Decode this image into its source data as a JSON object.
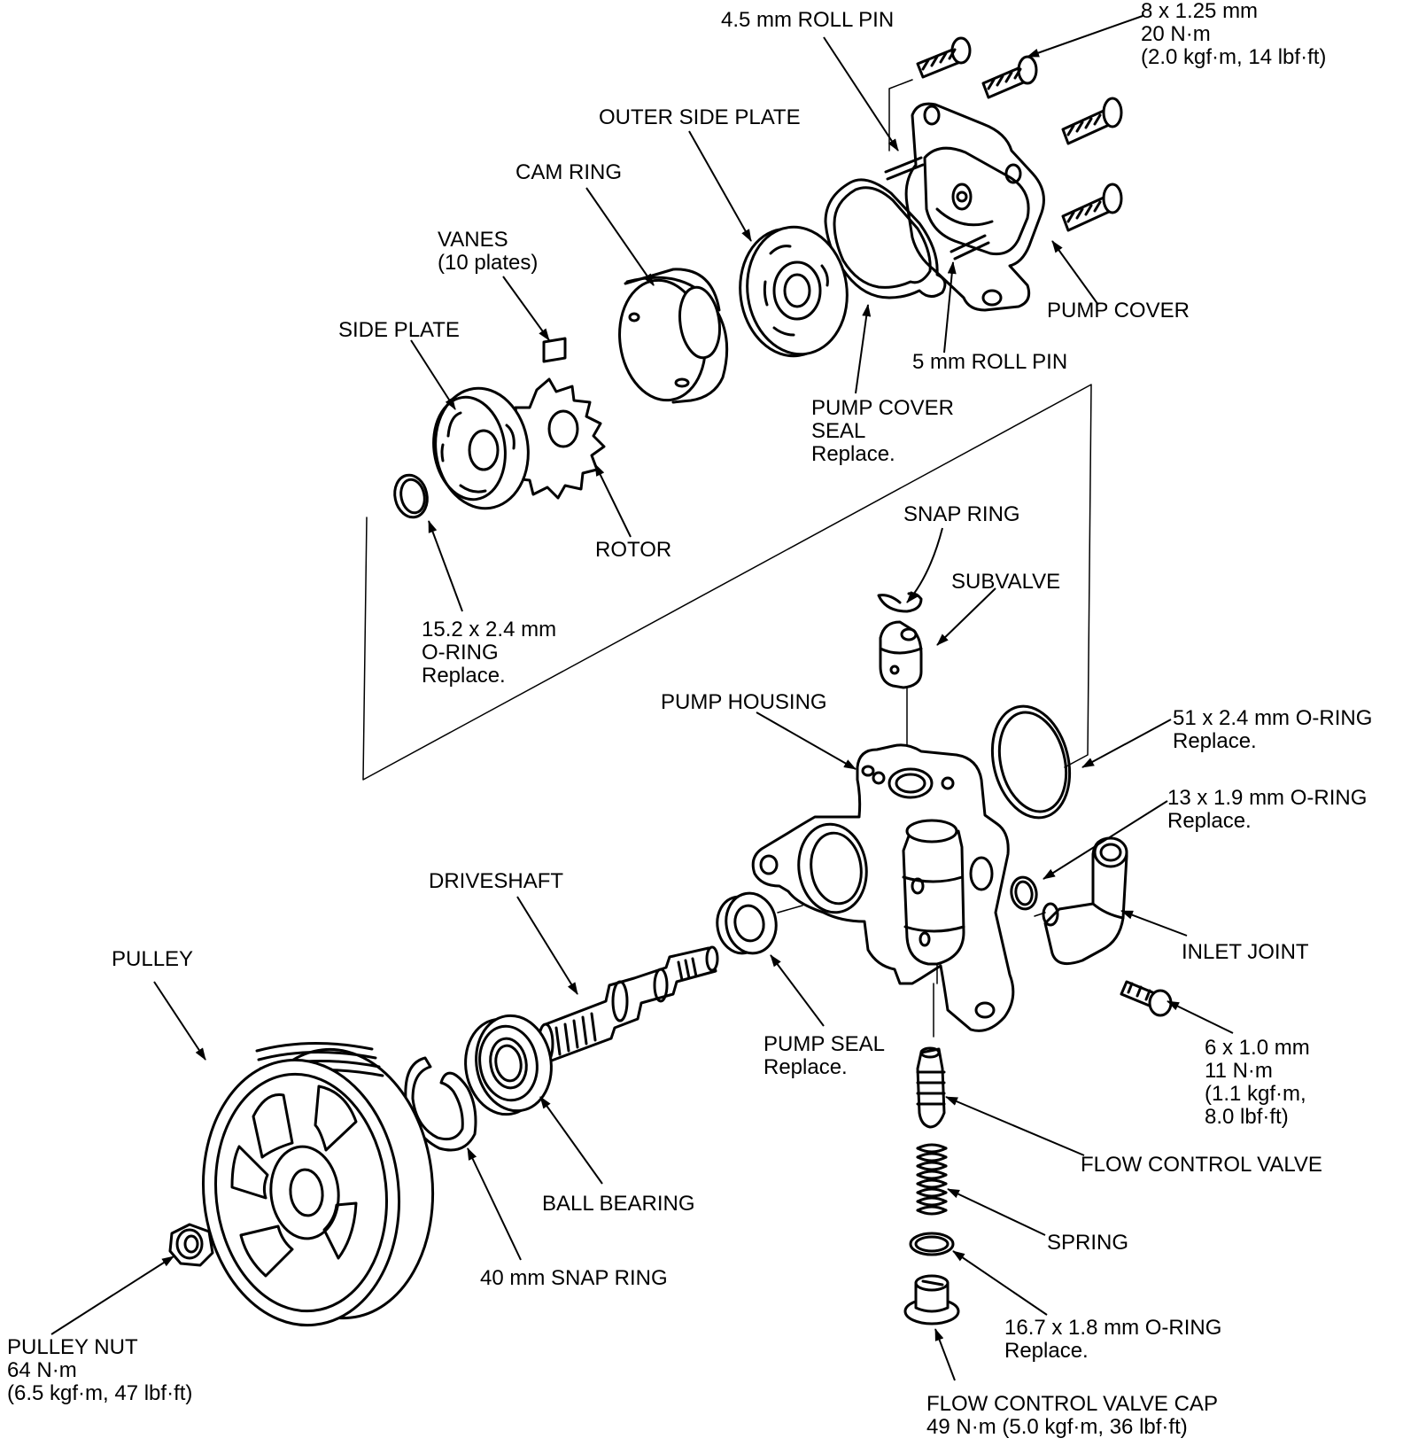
{
  "colors": {
    "ink": "#000000",
    "paper": "#ffffff"
  },
  "labels": {
    "bolt_spec": [
      "8 x 1.25 mm",
      "20 N·m",
      "(2.0 kgf·m, 14 lbf·ft)"
    ],
    "roll_pin_small": "4.5 mm ROLL PIN",
    "outer_side_plate": "OUTER SIDE PLATE",
    "cam_ring": "CAM RING",
    "vanes": [
      "VANES",
      "(10 plates)"
    ],
    "side_plate": "SIDE PLATE",
    "rotor": "ROTOR",
    "pump_cover": "PUMP COVER",
    "roll_pin_large": "5 mm ROLL PIN",
    "pump_cover_seal": [
      "PUMP COVER",
      "SEAL",
      "Replace."
    ],
    "snap_ring": "SNAP RING",
    "subvalve": "SUBVALVE",
    "oring_15": [
      "15.2 x 2.4 mm",
      "O-RING",
      "Replace."
    ],
    "pump_housing": "PUMP HOUSING",
    "oring_51": [
      "51 x 2.4 mm O-RING",
      "Replace."
    ],
    "oring_13": [
      "13 x 1.9 mm O-RING",
      "Replace."
    ],
    "driveshaft": "DRIVESHAFT",
    "inlet_joint": "INLET JOINT",
    "pulley": "PULLEY",
    "pump_seal": [
      "PUMP SEAL",
      "Replace."
    ],
    "inlet_bolt_spec": [
      "6 x 1.0 mm",
      "11 N·m",
      "(1.1 kgf·m,",
      "8.0 lbf·ft)"
    ],
    "flow_control_valve": "FLOW CONTROL VALVE",
    "ball_bearing": "BALL BEARING",
    "spring": "SPRING",
    "snap_ring_40": "40 mm SNAP RING",
    "oring_16": [
      "16.7 x 1.8 mm O-RING",
      "Replace."
    ],
    "pulley_nut": [
      "PULLEY NUT",
      "64 N·m",
      "(6.5 kgf·m, 47 lbf·ft)"
    ],
    "flow_control_valve_cap": [
      "FLOW CONTROL VALVE CAP",
      "49 N·m (5.0 kgf·m, 36 lbf·ft)"
    ]
  }
}
